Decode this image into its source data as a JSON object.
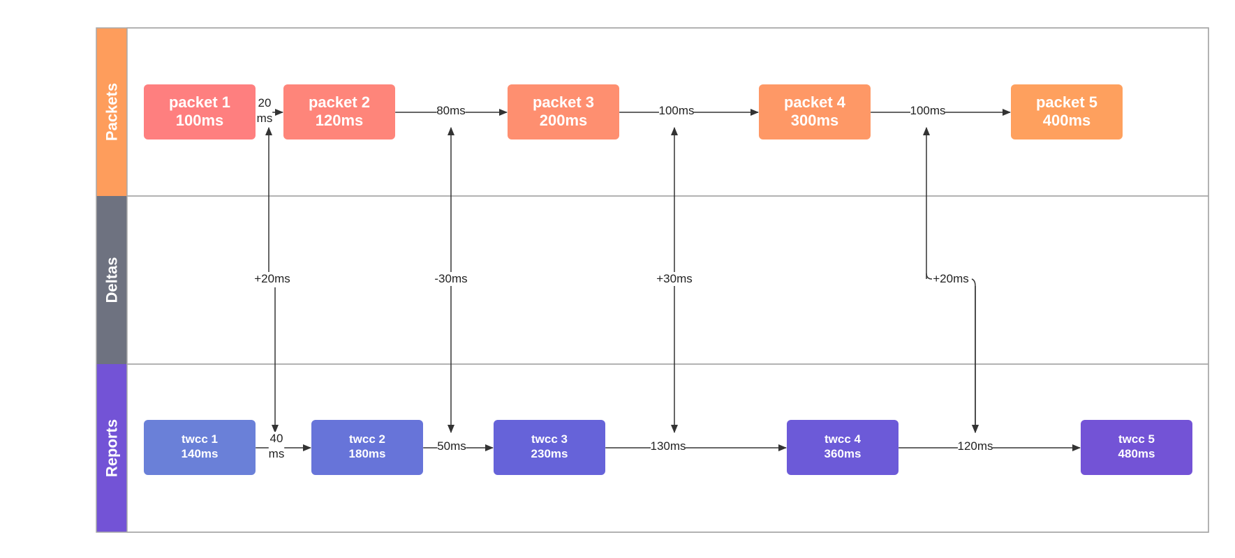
{
  "lanes": [
    {
      "title": "Packets",
      "color": "#fe9d5c"
    },
    {
      "title": "Deltas",
      "color": "#6e7280"
    },
    {
      "title": "Reports",
      "color": "#7353d6"
    }
  ],
  "packets": [
    {
      "line1": "packet 1",
      "line2": "100ms",
      "color": "#fe7f7f"
    },
    {
      "line1": "packet 2",
      "line2": "120ms",
      "color": "#fe857a"
    },
    {
      "line1": "packet 3",
      "line2": "200ms",
      "color": "#fe8f70"
    },
    {
      "line1": "packet 4",
      "line2": "300ms",
      "color": "#fe9866"
    },
    {
      "line1": "packet 5",
      "line2": "400ms",
      "color": "#fea05e"
    }
  ],
  "reports": [
    {
      "line1": "twcc 1",
      "line2": "140ms",
      "color": "#6a80d8"
    },
    {
      "line1": "twcc 2",
      "line2": "180ms",
      "color": "#6774d9"
    },
    {
      "line1": "twcc 3",
      "line2": "230ms",
      "color": "#6663d9"
    },
    {
      "line1": "twcc 4",
      "line2": "360ms",
      "color": "#6c5ad8"
    },
    {
      "line1": "twcc 5",
      "line2": "480ms",
      "color": "#7353d6"
    }
  ],
  "packet_gaps": [
    "20\nms",
    "80ms",
    "100ms",
    "100ms"
  ],
  "report_gaps": [
    "40\nms",
    "50ms",
    "130ms",
    "120ms"
  ],
  "deltas": [
    "+20ms",
    "-30ms",
    "+30ms",
    "+20ms"
  ]
}
